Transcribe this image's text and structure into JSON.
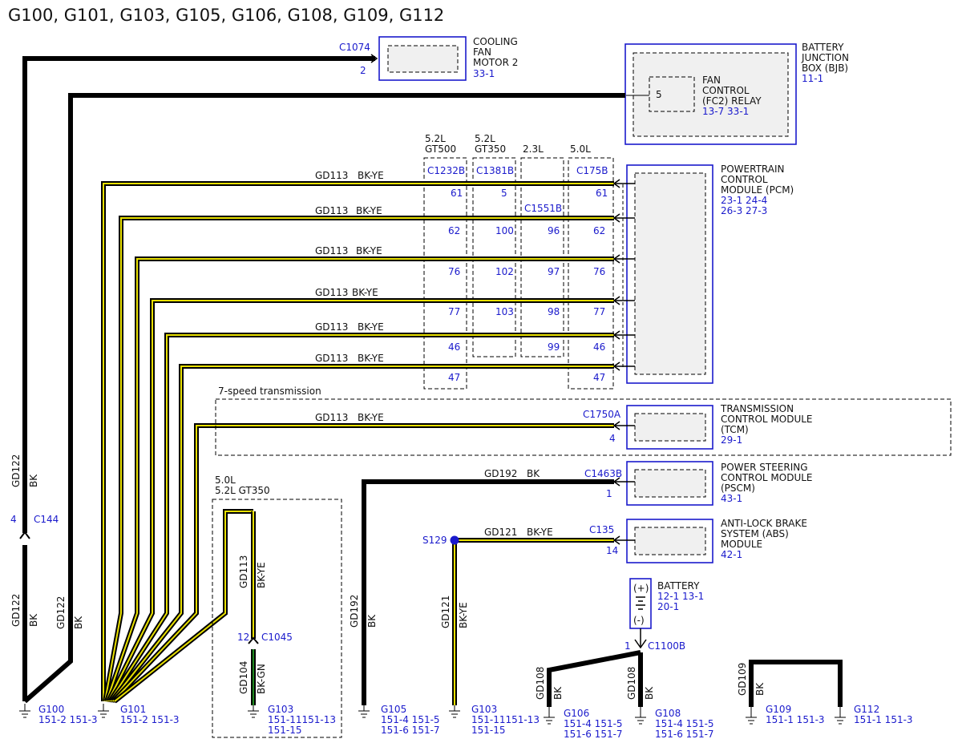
{
  "title": "G100, G101, G103, G105, G106, G108, G109, G112",
  "components": {
    "cooling_fan": {
      "connector": "C1074",
      "pin": "2",
      "name": [
        "COOLING",
        "FAN",
        "MOTOR 2"
      ],
      "ref": "33-1"
    },
    "bjb": {
      "name": [
        "BATTERY",
        "JUNCTION",
        "BOX (BJB)"
      ],
      "ref": "11-1",
      "relay_name": [
        "FAN",
        "CONTROL",
        "(FC2) RELAY"
      ],
      "relay_pin": "5",
      "relay_refs": "13-7  33-1"
    },
    "pcm": {
      "name": [
        "POWERTRAIN",
        "CONTROL",
        "MODULE (PCM)"
      ],
      "refs": [
        "23-1  24-4",
        "26-3  27-3"
      ]
    },
    "tcm": {
      "connector": "C1750A",
      "pin": "4",
      "name": [
        "TRANSMISSION",
        "CONTROL MODULE",
        "(TCM)"
      ],
      "ref": "29-1",
      "group_label": "7-speed transmission"
    },
    "pscm": {
      "connector": "C1463B",
      "pin": "1",
      "name": [
        "POWER STEERING",
        "CONTROL MODULE",
        "(PSCM)"
      ],
      "ref": "43-1"
    },
    "abs": {
      "connector": "C135",
      "pin": "14",
      "name": [
        "ANTI-LOCK BRAKE",
        "SYSTEM (ABS)",
        "MODULE"
      ],
      "ref": "42-1"
    },
    "battery": {
      "name": "BATTERY",
      "refs": [
        "12-1  13-1",
        "20-1"
      ],
      "plus": "(+)",
      "minus": "(-)",
      "connector": "C1100B",
      "pin": "1"
    }
  },
  "engine_columns": [
    {
      "engine": "5.2L",
      "variant": "GT500",
      "connector": "C1232B",
      "pins": [
        "61",
        "62",
        "76",
        "77",
        "46",
        "47"
      ]
    },
    {
      "engine": "5.2L",
      "variant": "GT350",
      "connector": "C1381B",
      "pins": [
        "5",
        "100",
        "102",
        "103"
      ]
    },
    {
      "engine": "2.3L",
      "variant": "",
      "connector": "C1551B",
      "pins": [
        "96",
        "97",
        "98",
        "99"
      ]
    },
    {
      "engine": "5.0L",
      "variant": "",
      "connector": "C175B",
      "pins": [
        "61",
        "62",
        "76",
        "77",
        "46",
        "47"
      ]
    }
  ],
  "wire_labels": {
    "gd113": "GD113",
    "bkye": "BK-YE",
    "gd122": "GD122",
    "bk": "BK",
    "gd192": "GD192",
    "gd121": "GD121",
    "gd104": "GD104",
    "bkgn": "BK-GN",
    "gd108": "GD108",
    "gd109": "GD109"
  },
  "inline": {
    "c144": {
      "connector": "C144",
      "pin": "4"
    },
    "c1045": {
      "connector": "C1045",
      "pin": "12",
      "group": [
        "5.0L",
        "5.2L GT350"
      ]
    },
    "s129": "S129"
  },
  "grounds": [
    {
      "id": "G100",
      "refs": [
        "151-2 151-3"
      ]
    },
    {
      "id": "G101",
      "refs": [
        "151-2 151-3"
      ]
    },
    {
      "id": "G103",
      "refs": [
        "151-11151-13",
        "151-15"
      ]
    },
    {
      "id": "G105",
      "refs": [
        "151-4 151-5",
        "151-6 151-7"
      ]
    },
    {
      "id": "G103",
      "refs": [
        "151-11151-13",
        "151-15"
      ]
    },
    {
      "id": "G106",
      "refs": [
        "151-4 151-5",
        "151-6 151-7"
      ]
    },
    {
      "id": "G108",
      "refs": [
        "151-4 151-5",
        "151-6 151-7"
      ]
    },
    {
      "id": "G109",
      "refs": [
        "151-1 151-3"
      ]
    },
    {
      "id": "G112",
      "refs": [
        "151-1 151-3"
      ]
    }
  ],
  "colors": {
    "link_blue": "#1a1acc",
    "wire_yellow": "#e8e000",
    "wire_green": "#1f8a1f",
    "splice": "#1a1acc"
  }
}
